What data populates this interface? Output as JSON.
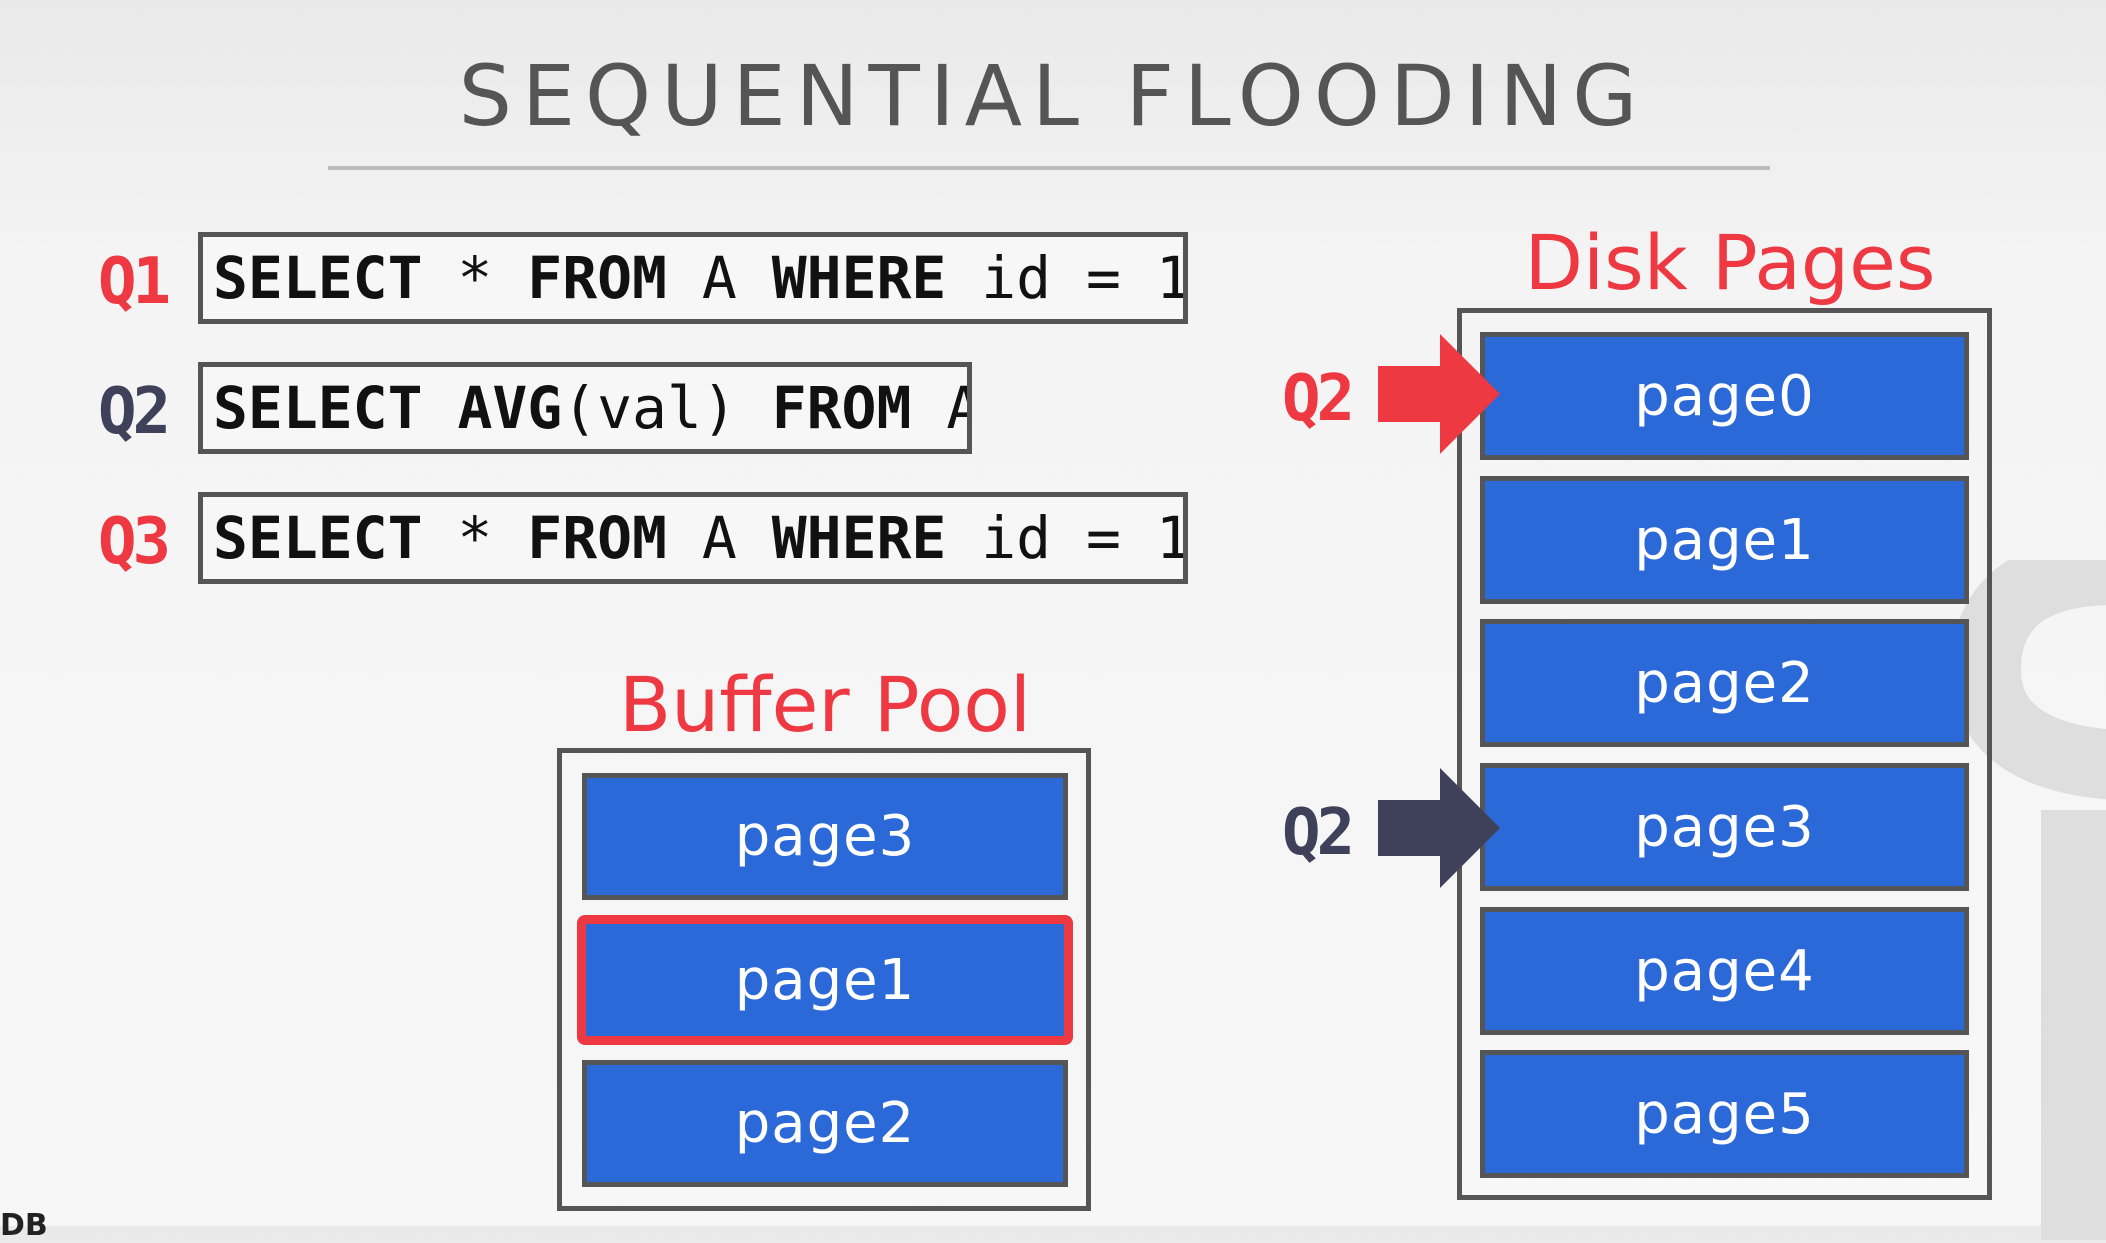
{
  "slide": {
    "title": "SEQUENTIAL FLOODING",
    "footer_text": "DB"
  },
  "queries": [
    {
      "label": "Q1",
      "label_color": "#ee3842",
      "tokens": [
        {
          "t": "SELECT",
          "bold": true
        },
        {
          "t": " * ",
          "bold": false
        },
        {
          "t": "FROM",
          "bold": true
        },
        {
          "t": " A ",
          "bold": false
        },
        {
          "t": "WHERE",
          "bold": true
        },
        {
          "t": " id = 1",
          "bold": false
        }
      ]
    },
    {
      "label": "Q2",
      "label_color": "#3f4059",
      "tokens": [
        {
          "t": "SELECT",
          "bold": true
        },
        {
          "t": " ",
          "bold": false
        },
        {
          "t": "AVG",
          "bold": true
        },
        {
          "t": "(val) ",
          "bold": false
        },
        {
          "t": "FROM",
          "bold": true
        },
        {
          "t": " A",
          "bold": false
        }
      ]
    },
    {
      "label": "Q3",
      "label_color": "#ee3842",
      "tokens": [
        {
          "t": "SELECT",
          "bold": true
        },
        {
          "t": " * ",
          "bold": false
        },
        {
          "t": "FROM",
          "bold": true
        },
        {
          "t": " A ",
          "bold": false
        },
        {
          "t": "WHERE",
          "bold": true
        },
        {
          "t": " id = 1",
          "bold": false
        }
      ]
    }
  ],
  "buffer_pool": {
    "title": "Buffer Pool",
    "pages": [
      {
        "name": "page3",
        "highlighted": false
      },
      {
        "name": "page1",
        "highlighted": true
      },
      {
        "name": "page2",
        "highlighted": false
      }
    ]
  },
  "disk_pages": {
    "title": "Disk Pages",
    "pages": [
      "page0",
      "page1",
      "page2",
      "page3",
      "page4",
      "page5"
    ]
  },
  "pointers": [
    {
      "label": "Q2",
      "color": "#ee3842",
      "target_page": "page0"
    },
    {
      "label": "Q2",
      "color": "#3f4059",
      "target_page": "page3"
    }
  ],
  "colors": {
    "accent_red": "#ee3842",
    "navy": "#3f4059",
    "page_blue": "#2b68d8",
    "border_gray": "#555555"
  }
}
